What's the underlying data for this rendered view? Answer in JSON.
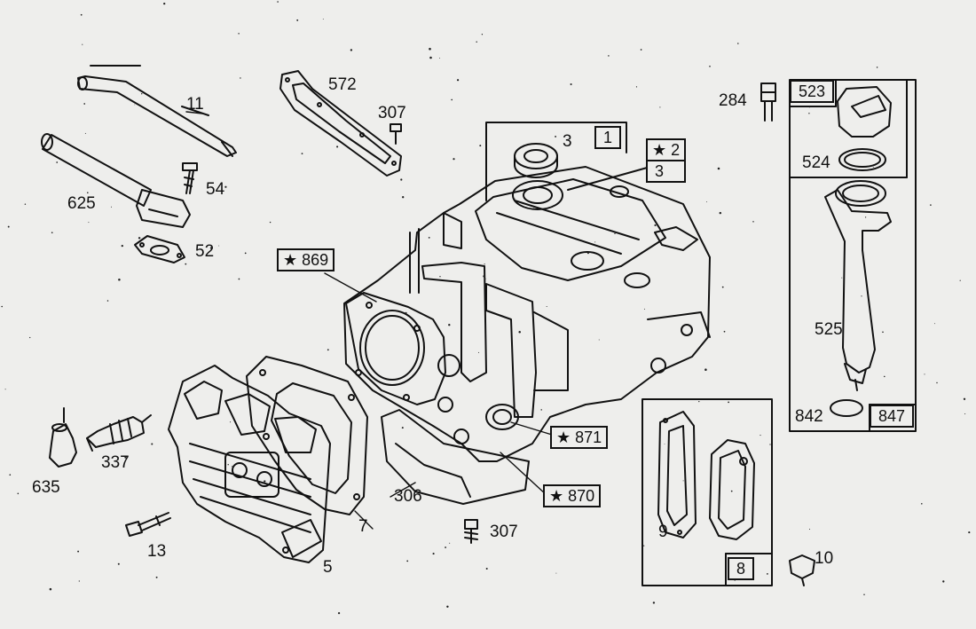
{
  "diagram": {
    "background_color": "#eeeeec",
    "line_color": "#111111",
    "callouts": {
      "p11": "11",
      "p572": "572",
      "p307a": "307",
      "p54": "54",
      "p625": "625",
      "p52": "52",
      "p3a": "3",
      "p3b": "3",
      "p284": "284",
      "p524": "524",
      "p525": "525",
      "p842": "842",
      "p337": "337",
      "p635": "635",
      "p13": "13",
      "p5": "5",
      "p7": "7",
      "p306": "306",
      "p307b": "307",
      "p9": "9",
      "p10": "10"
    },
    "boxed_callouts": {
      "b1": "1",
      "b2": "★ 2",
      "b869": "★ 869",
      "b871": "★ 871",
      "b870": "★ 870",
      "b523": "523",
      "b847": "847",
      "b8": "8"
    }
  }
}
